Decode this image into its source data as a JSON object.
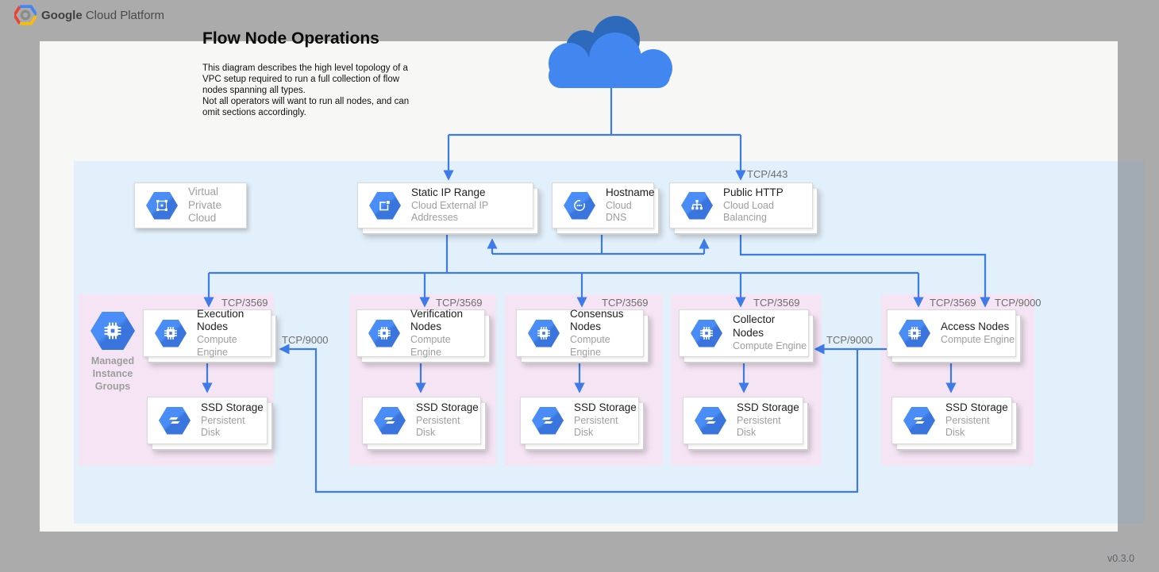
{
  "header": {
    "brand_bold": "Google",
    "brand_rest": "Cloud Platform"
  },
  "title": "Flow Node Operations",
  "description_lines": [
    "This diagram describes the high level topology of a",
    "VPC setup required to run a full collection of flow",
    "nodes spanning all types.",
    "Not all operators will want to run all nodes, and can",
    "omit sections accordingly."
  ],
  "version": "v0.3.0",
  "ports": {
    "https": "TCP/443",
    "flow": "TCP/3569",
    "grpc": "TCP/9000"
  },
  "vpc_card": {
    "line1": "Virtual",
    "line2": "Private Cloud"
  },
  "top_cards": {
    "static_ip": {
      "title": "Static IP Range",
      "subtitle": "Cloud External IP Addresses"
    },
    "hostname": {
      "title": "Hostname",
      "subtitle": "Cloud DNS"
    },
    "public_http": {
      "title": "Public HTTP",
      "subtitle": "Cloud Load Balancing"
    }
  },
  "mig": {
    "line1": "Managed",
    "line2": "Instance",
    "line3": "Groups"
  },
  "storage": {
    "title": "SSD Storage",
    "subtitle": "Persistent Disk"
  },
  "node_groups": [
    {
      "title": "Execution Nodes",
      "subtitle": "Compute Engine"
    },
    {
      "title": "Verification Nodes",
      "subtitle": "Compute Engine"
    },
    {
      "title": "Consensus Nodes",
      "subtitle": "Compute Engine"
    },
    {
      "title": "Collector Nodes",
      "subtitle": "Compute Engine"
    },
    {
      "title": "Access Nodes",
      "subtitle": "Compute Engine"
    }
  ],
  "colors": {
    "accent": "#3d7ce8",
    "vpc_fill": "#e2f0fb",
    "group_fill": "#f5e4f4"
  }
}
